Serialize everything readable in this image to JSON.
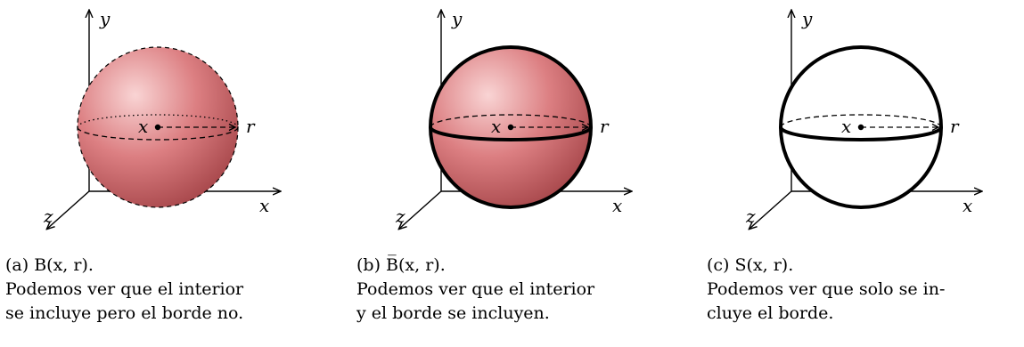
{
  "panels": [
    {
      "id": "a",
      "axis_labels": {
        "y": "y",
        "x": "x",
        "z": "z"
      },
      "center_label": "x",
      "radius_label": "r",
      "caption_title": "(a) B(x, r).",
      "caption_lines": [
        "Podemos ver que el interior",
        "se incluye pero el borde no."
      ]
    },
    {
      "id": "b",
      "axis_labels": {
        "y": "y",
        "x": "x",
        "z": "z"
      },
      "center_label": "x",
      "radius_label": "r",
      "caption_title": "(b) B̅(x, r).",
      "caption_lines": [
        "Podemos ver que el interior",
        "y el borde se incluyen."
      ]
    },
    {
      "id": "c",
      "axis_labels": {
        "y": "y",
        "x": "x",
        "z": "z"
      },
      "center_label": "x",
      "radius_label": "r",
      "caption_title": "(c) S(x, r).",
      "caption_lines": [
        "Podemos ver que solo se in-",
        "cluye el borde."
      ]
    }
  ],
  "colors": {
    "sphere_light": "#f7c9c9",
    "sphere_mid": "#d9787a",
    "sphere_dark": "#9e3c40",
    "line": "#000000"
  }
}
